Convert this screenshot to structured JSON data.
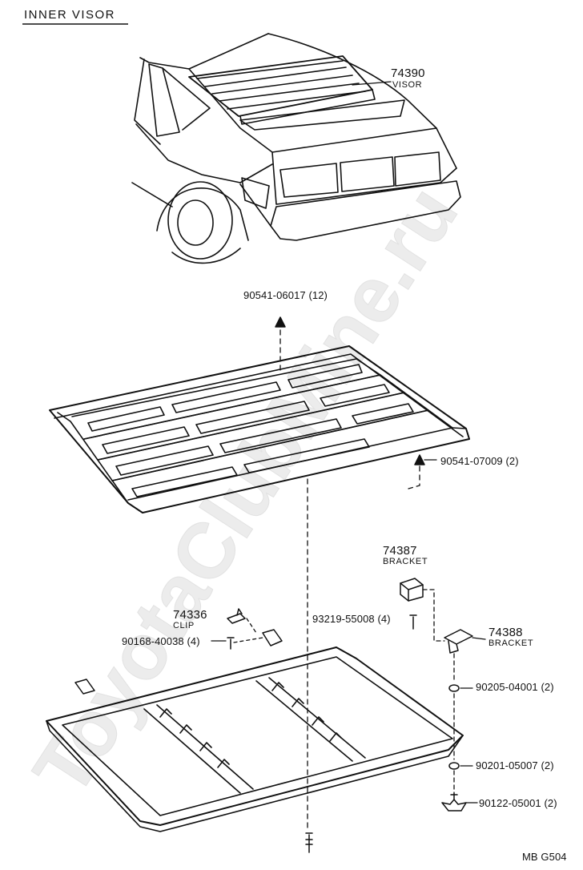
{
  "header": {
    "title": "INNER  VISOR"
  },
  "parts": [
    {
      "id": "visor",
      "number": "74390",
      "name": "VISOR"
    },
    {
      "id": "screw-top",
      "code": "90541-06017 (12)"
    },
    {
      "id": "screw-side",
      "code": "90541-07009 (2)"
    },
    {
      "id": "bracket-upper",
      "number": "74387",
      "name": "BRACKET"
    },
    {
      "id": "clip",
      "number": "74336",
      "name": "CLIP"
    },
    {
      "id": "bolt-clip",
      "code": "90168-40038 (4)"
    },
    {
      "id": "pin",
      "code": "93219-55008 (4)"
    },
    {
      "id": "bracket-lower",
      "number": "74388",
      "name": "BRACKET"
    },
    {
      "id": "washer-a",
      "code": "90205-04001 (2)"
    },
    {
      "id": "washer-b",
      "code": "90201-05007 (2)"
    },
    {
      "id": "wing-nut",
      "code": "90122-05001 (2)"
    }
  ],
  "footer": {
    "ref": "MB  G504"
  },
  "watermark": "ToyotaClubMine.ru",
  "colors": {
    "ink": "#111111",
    "watermark": "#e9e9e9"
  }
}
